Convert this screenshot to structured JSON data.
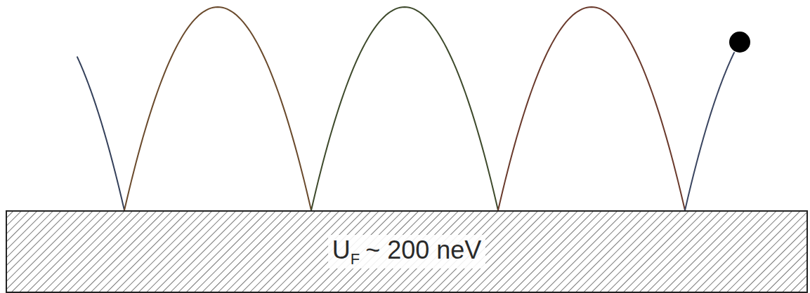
{
  "diagram": {
    "nodes": [
      {
        "text": [
          "U",
          "F",
          "~ 200 neV"
        ]
      }
    ]
  }
}
